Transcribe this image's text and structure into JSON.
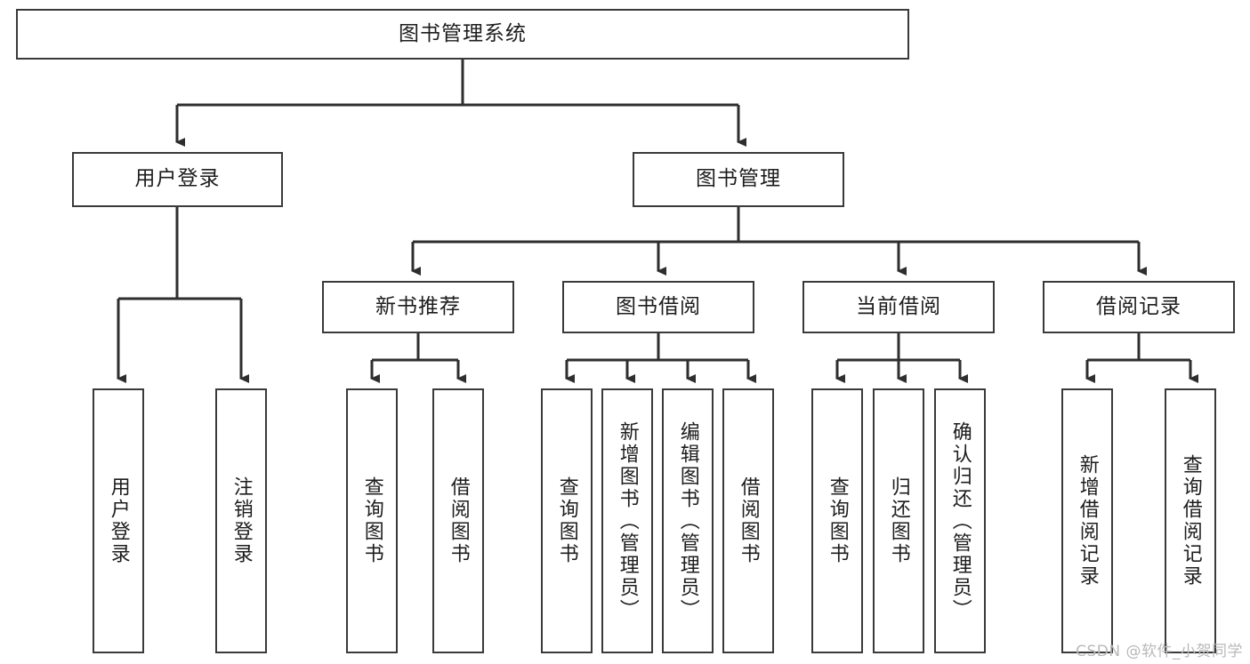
{
  "diagram": {
    "type": "tree",
    "title": "图书管理系统",
    "colors": {
      "stroke": "#3a3a3a",
      "fill": "#ffffff",
      "text": "#1d1d1d",
      "watermark": "#b9b9b9"
    },
    "root": {
      "label": "图书管理系统"
    },
    "level2": [
      {
        "label": "用户登录"
      },
      {
        "label": "图书管理"
      }
    ],
    "level3": [
      {
        "label": "新书推荐"
      },
      {
        "label": "图书借阅"
      },
      {
        "label": "当前借阅"
      },
      {
        "label": "借阅记录"
      }
    ],
    "leaves": {
      "user_login": [
        {
          "label": "用户登录"
        },
        {
          "label": "注销登录"
        }
      ],
      "new_book": [
        {
          "label": "查询图书"
        },
        {
          "label": "借阅图书"
        }
      ],
      "book_borrow": [
        {
          "label": "查询图书"
        },
        {
          "label": "新增图书（管理员）"
        },
        {
          "label": "编辑图书（管理员）"
        },
        {
          "label": "借阅图书"
        }
      ],
      "current_borrow": [
        {
          "label": "查询图书"
        },
        {
          "label": "归还图书"
        },
        {
          "label": "确认归还（管理员）"
        }
      ],
      "borrow_record": [
        {
          "label": "新增借阅记录"
        },
        {
          "label": "查询借阅记录"
        }
      ]
    },
    "watermark": "CSDN @软件_小贺同学"
  }
}
